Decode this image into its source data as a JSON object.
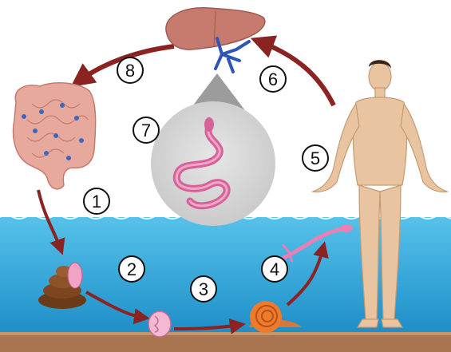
{
  "steps": [
    {
      "number": "1"
    },
    {
      "number": "2"
    },
    {
      "number": "3"
    },
    {
      "number": "4"
    },
    {
      "number": "5"
    },
    {
      "number": "6"
    },
    {
      "number": "7"
    },
    {
      "number": "8"
    }
  ],
  "colors": {
    "water_top": "#4fbde6",
    "water_bottom": "#1e8fc8",
    "ground": "#b37d53",
    "arrow": "#8b2323",
    "liver": "#c97b6f",
    "intestine": "#e6a79c",
    "skin": "#eac5a2",
    "snail_shell": "#ee7a2c",
    "worm": "#d9669d",
    "zoom_circle": "#d9d9d9"
  },
  "icons": [
    "liver-icon",
    "intestine-icon",
    "feces-icon",
    "egg-icon",
    "snail-icon",
    "cercaria-icon",
    "human-figure-icon",
    "adult-worm-icon"
  ]
}
